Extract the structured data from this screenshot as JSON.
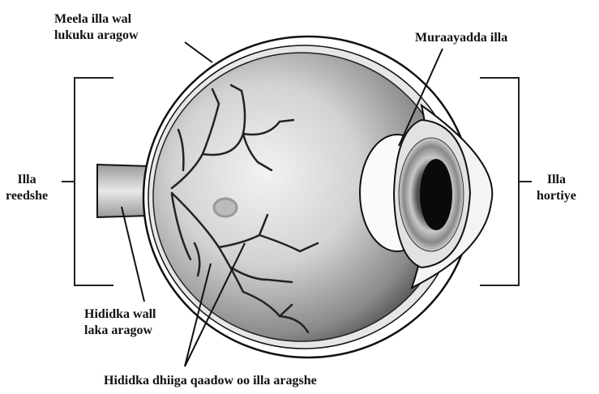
{
  "labels": {
    "sclera": [
      "Meela illa wal",
      "lukuku aragow"
    ],
    "lens": "Muraayadda illa",
    "posterior": [
      "Illa",
      "reedshe"
    ],
    "anterior": [
      "Illa",
      "hortiye"
    ],
    "optic_nerve": [
      "Hididka wall",
      "laka aragow"
    ],
    "vessels": "Hididka dhiiga qaadow oo illa aragshe"
  }
}
